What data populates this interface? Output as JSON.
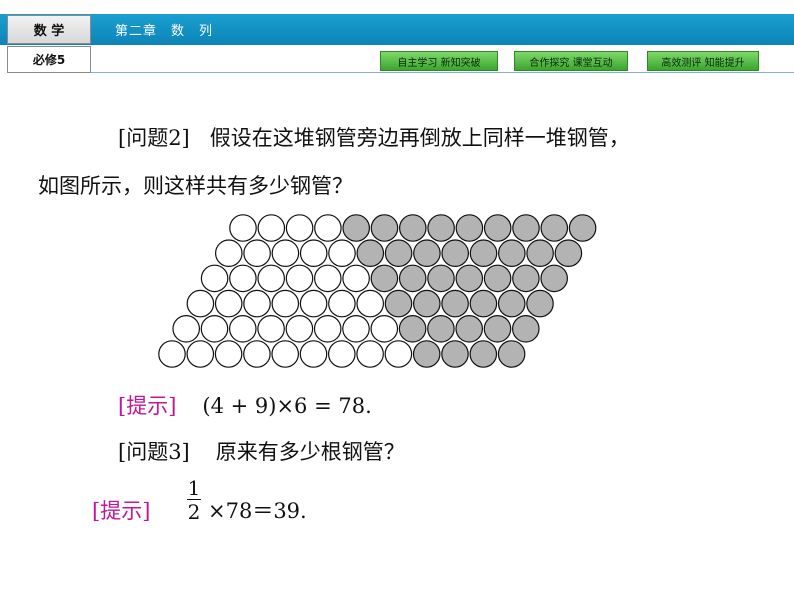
{
  "header": {
    "subject": "数 学",
    "chapter": "第二章　数　列",
    "book": "必修5",
    "nav": [
      "自主学习 新知突破",
      "合作探究 课堂互动",
      "高效测评 知能提升"
    ]
  },
  "content": {
    "q2_label": "[问题2]",
    "q2_text_1": "假设在这堆钢管旁边再倒放上同样一堆钢管，",
    "q2_text_2": "如图所示，则这样共有多少钢管？",
    "hint1_label": "[提示]",
    "hint1_text": "(4 + 9)×6 = 78.",
    "q3_label": "[问题3]",
    "q3_text": "原来有多少根钢管？",
    "hint2_label": "[提示]",
    "frac_num": "1",
    "frac_den": "2",
    "hint2_text": "×78＝39."
  },
  "figure": {
    "rows": [
      {
        "white": 4,
        "gray": 9
      },
      {
        "white": 5,
        "gray": 8
      },
      {
        "white": 6,
        "gray": 7
      },
      {
        "white": 7,
        "gray": 6
      },
      {
        "white": 8,
        "gray": 5
      },
      {
        "white": 9,
        "gray": 4
      }
    ],
    "white_color": "#ffffff",
    "gray_color": "#b3b3b3",
    "stroke_color": "#111111"
  }
}
